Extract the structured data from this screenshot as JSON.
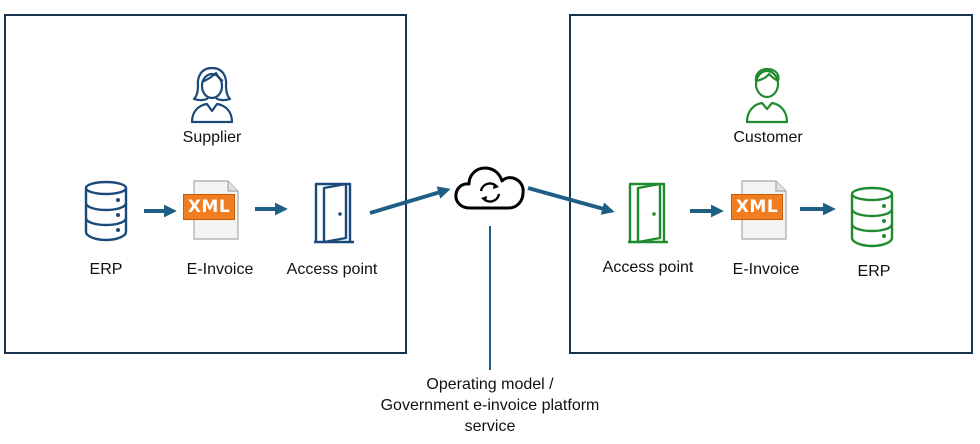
{
  "colors": {
    "frame": "#17334d",
    "supplier_accent": "#1a4a7a",
    "customer_accent": "#1f8a2e",
    "arrow": "#1d5f85",
    "xml_badge": "#f07d1f"
  },
  "supplier": {
    "role_label": "Supplier",
    "role_icon": "person-female-icon",
    "erp_label": "ERP",
    "einvoice_label": "E-Invoice",
    "access_point_label": "Access point"
  },
  "customer": {
    "role_label": "Customer",
    "role_icon": "person-male-icon",
    "erp_label": "ERP",
    "einvoice_label": "E-Invoice",
    "access_point_label": "Access point"
  },
  "xml_badge_text": "XML",
  "cloud": {
    "icon": "cloud-sync-icon",
    "caption_lines": [
      "Operating model /",
      "Government e-invoice platform",
      "service"
    ]
  }
}
